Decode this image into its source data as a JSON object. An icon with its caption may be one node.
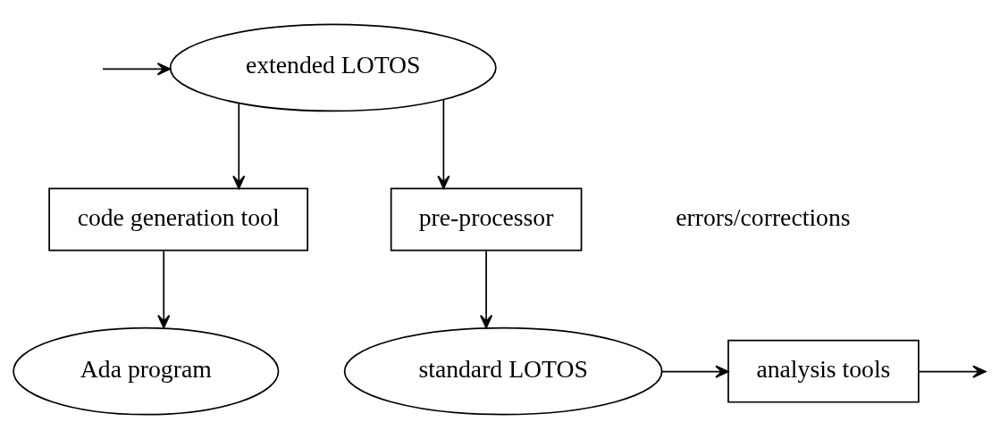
{
  "diagram": {
    "nodes": [
      {
        "text": [
          "extended LOTOS"
        ]
      },
      {
        "text": [
          "code generation tool"
        ]
      },
      {
        "text": [
          "pre-processor"
        ]
      },
      {
        "text": [
          "Ada program"
        ]
      },
      {
        "text": [
          "standard LOTOS"
        ]
      },
      {
        "text": [
          "analysis tools"
        ]
      }
    ],
    "edges": [
      {
        "from": 0,
        "to": 1,
        "arrow": "to"
      },
      {
        "from": 0,
        "to": 2,
        "arrow": "to"
      },
      {
        "from": 1,
        "to": 3,
        "arrow": "to"
      },
      {
        "from": 2,
        "to": 4,
        "arrow": "to"
      },
      {
        "from": 4,
        "to": 5,
        "arrow": "to"
      },
      {
        "from": 5,
        "to": null,
        "arrow": "to"
      },
      {
        "from": null,
        "to": 0,
        "arrow": "to"
      }
    ],
    "labels": [
      "errors/corrections"
    ]
  }
}
